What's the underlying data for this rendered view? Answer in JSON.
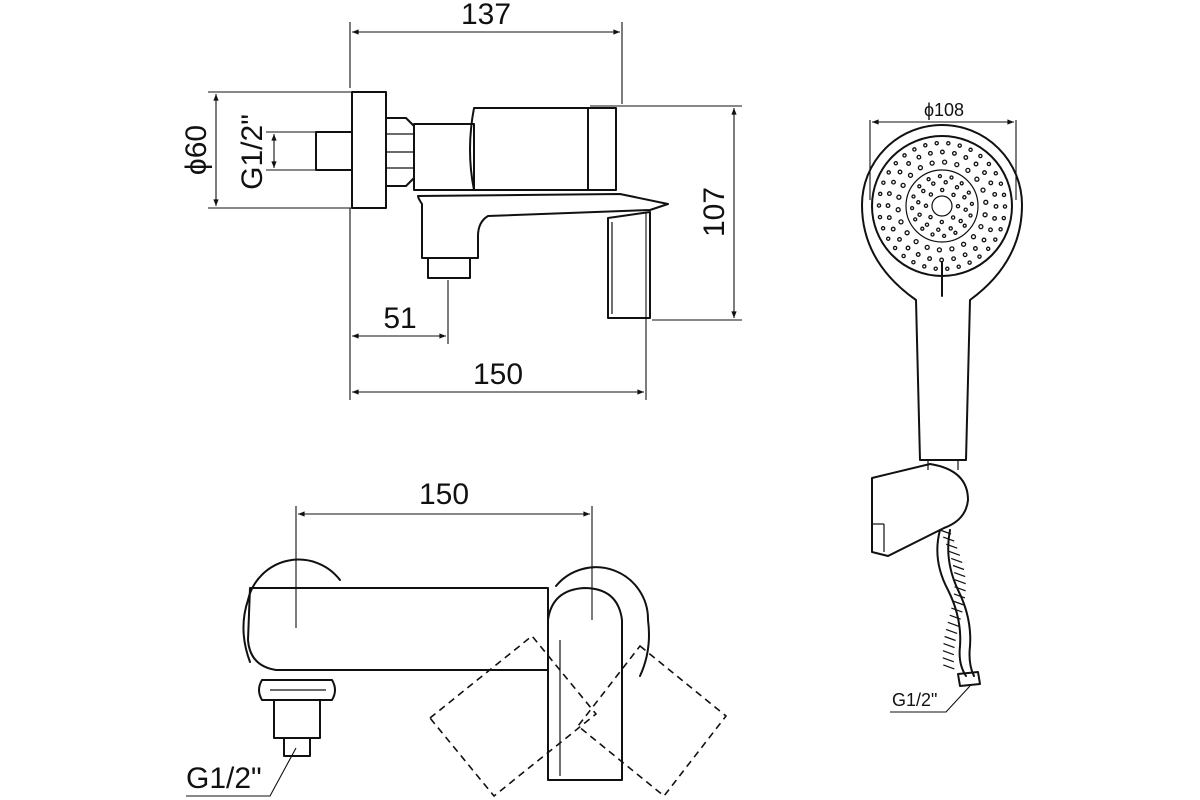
{
  "side_view": {
    "dims": {
      "overall_depth": "137",
      "height": "107",
      "outlet_offset": "51",
      "overall_width": "150",
      "flange_diameter": "ϕ60",
      "thread": "G1/2\""
    }
  },
  "front_view": {
    "dims": {
      "centers": "150",
      "thread": "G1/2\""
    }
  },
  "hand_shower": {
    "dims": {
      "head_diameter": "ϕ108",
      "thread": "G1/2\""
    }
  }
}
